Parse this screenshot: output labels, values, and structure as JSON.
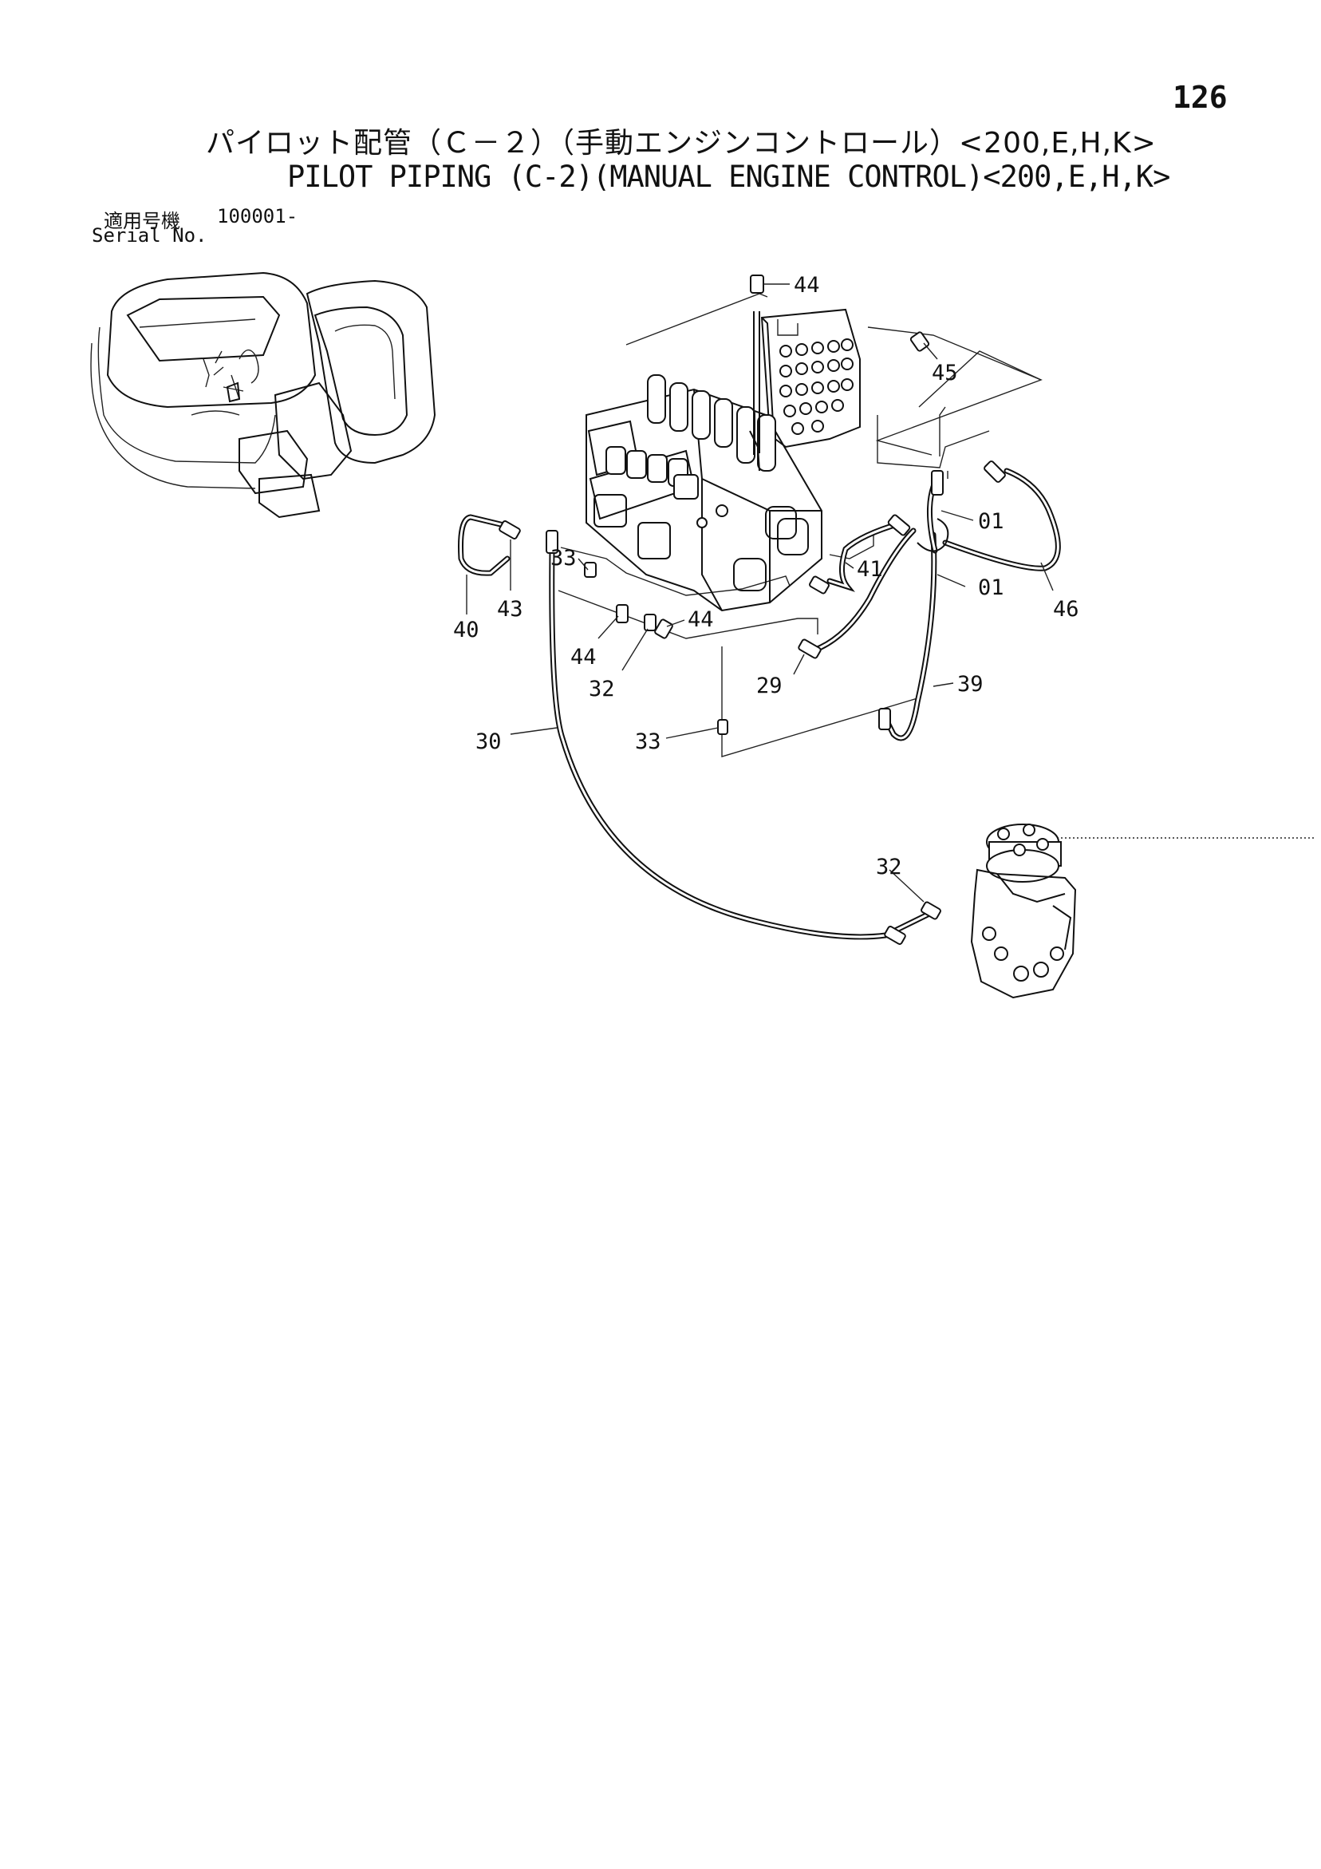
{
  "page": {
    "number": "126",
    "title_jp": "パイロット配管（Ｃ－２）（手動エンジンコントロール）<200,E,H,K>",
    "title_en": "PILOT PIPING (C-2)(MANUAL ENGINE CONTROL)<200,E,H,K>",
    "serial_label_jp": "適用号機",
    "serial_value": "100001-",
    "serial_label_en": "Serial No."
  },
  "callouts": [
    {
      "id": "c44-top",
      "label": "44"
    },
    {
      "id": "c45",
      "label": "45"
    },
    {
      "id": "c01-a",
      "label": "01"
    },
    {
      "id": "c01-b",
      "label": "01"
    },
    {
      "id": "c46",
      "label": "46"
    },
    {
      "id": "c41",
      "label": "41"
    },
    {
      "id": "c39",
      "label": "39"
    },
    {
      "id": "c29",
      "label": "29"
    },
    {
      "id": "c33-a",
      "label": "33"
    },
    {
      "id": "c33-b",
      "label": "33"
    },
    {
      "id": "c44-mid",
      "label": "44"
    },
    {
      "id": "c44-left",
      "label": "44"
    },
    {
      "id": "c32-a",
      "label": "32"
    },
    {
      "id": "c32-b",
      "label": "32"
    },
    {
      "id": "c43",
      "label": "43"
    },
    {
      "id": "c40",
      "label": "40"
    },
    {
      "id": "c30",
      "label": "30"
    }
  ],
  "colors": {
    "ink": "#111111",
    "paper": "#ffffff"
  }
}
